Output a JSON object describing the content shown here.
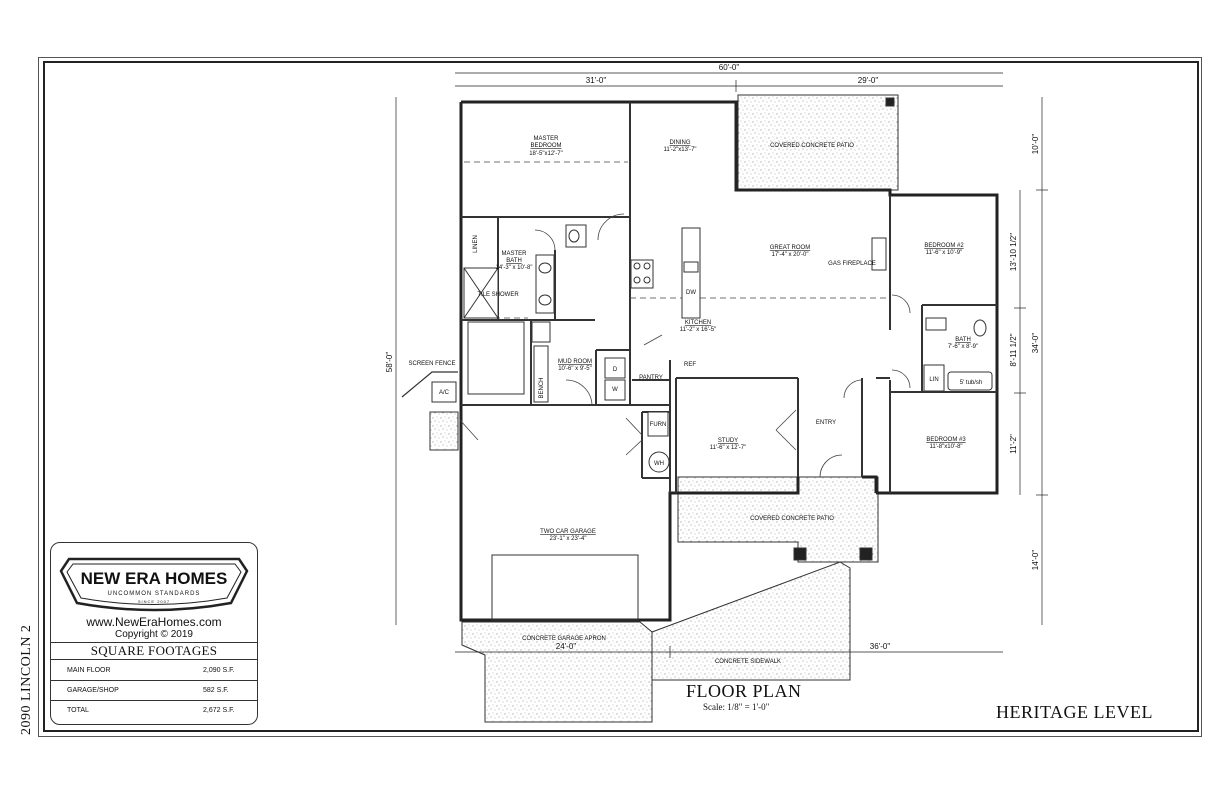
{
  "sidebar_label": "2090 LINCOLN 2",
  "brand": {
    "name": "NEW ERA HOMES",
    "tagline": "UNCOMMON STANDARDS",
    "since": "SINCE 2007",
    "website": "www.NewEraHomes.com",
    "copyright": "Copyright © 2019"
  },
  "square_footages": {
    "title": "SQUARE FOOTAGES",
    "rows": [
      {
        "label": "MAIN FLOOR",
        "value": "2,090 S.F."
      },
      {
        "label": "GARAGE/SHOP",
        "value": "582 S.F."
      },
      {
        "label": "TOTAL",
        "value": "2,672 S.F."
      }
    ]
  },
  "plan": {
    "title": "FLOOR PLAN",
    "scale": "Scale: 1/8\" = 1'-0\"",
    "level": "HERITAGE LEVEL"
  },
  "dimensions": {
    "overall_width": "60'-0\"",
    "left_width": "31'-0\"",
    "right_width": "29'-0\"",
    "garage_width": "24'-0\"",
    "right_bottom": "36'-0\"",
    "left_depth": "58'-0\"",
    "right_top": "10'-0\"",
    "right_upper": "13'-10 1/2\"",
    "right_mid": "8'-11 1/2\"",
    "right_lower": "11'-2\"",
    "right_total": "34'-0\"",
    "right_bottom_depth": "14'-0\""
  },
  "rooms": {
    "master_bedroom": {
      "name1": "MASTER",
      "name2": "BEDROOM",
      "size": "18'-5\"x12'-7\""
    },
    "master_bath": {
      "name1": "MASTER",
      "name2": "BATH",
      "size": "14'-3\" x 10'-8\""
    },
    "dining": {
      "name": "DINING",
      "size": "11'-2\"x13'-7\""
    },
    "covered_patio_rear": "COVERED CONCRETE PATIO",
    "great_room": {
      "name": "GREAT ROOM",
      "size": "17'-4\" x 20'-0\""
    },
    "gas_fireplace": "GAS FIREPLACE",
    "bedroom2": {
      "name": "BEDROOM #2",
      "size": "11'-6\" x 10'-9\""
    },
    "bath": {
      "name": "BATH",
      "size": "7'-6\" x 8'-9\""
    },
    "kitchen": {
      "name": "KITCHEN",
      "size": "11'-2\" x 16'-5\""
    },
    "mud_room": {
      "name": "MUD ROOM",
      "size": "10'-6\" x 9'-5\""
    },
    "pantry": "PANTRY",
    "ref": "REF",
    "dw": "DW",
    "linen": "LINEN",
    "lin": "LIN",
    "tub": "5' tub/sh",
    "tile_shower": "TILE SHOWER",
    "bench": "BENCH",
    "washer": "W",
    "dryer": "D",
    "screen_fence": "SCREEN FENCE",
    "ac": "A/C",
    "study": {
      "name": "STUDY",
      "size": "11'-6\" x 12'-7\""
    },
    "entry": "ENTRY",
    "bedroom3": {
      "name": "BEDROOM #3",
      "size": "11'-8\"x10'-8\""
    },
    "furn": "FURN",
    "wh": "WH",
    "garage": {
      "name": "TWO CAR GARAGE",
      "size": "23'-1\" x 23'-4\""
    },
    "covered_patio_front": "COVERED CONCRETE PATIO",
    "garage_apron": "CONCRETE GARAGE APRON",
    "sidewalk": "CONCRETE SIDEWALK"
  }
}
